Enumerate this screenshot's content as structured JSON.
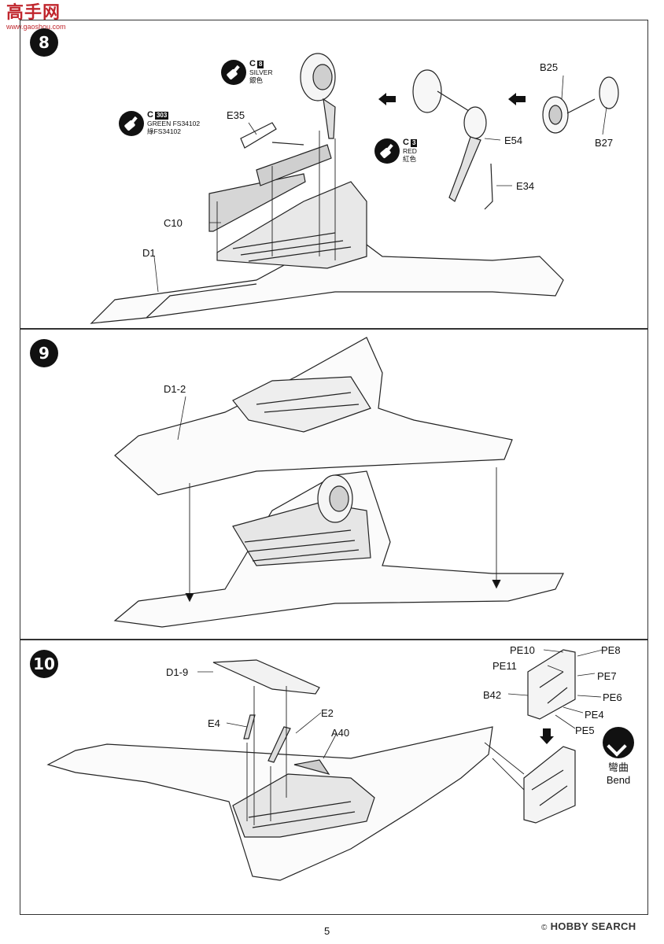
{
  "watermark": {
    "text": "高手网",
    "url": "www.gaoshou.com"
  },
  "page_number": "5",
  "footer": {
    "mark": "©",
    "brand": "HOBBY SEARCH"
  },
  "step8": {
    "number": "8",
    "paints": {
      "silver": {
        "code_letter": "C",
        "code_num": "8",
        "name": "SILVER",
        "cn": "銀色"
      },
      "green": {
        "code_letter": "C",
        "code_num": "303",
        "name": "GREEN FS34102",
        "cn": "綠FS34102"
      },
      "red": {
        "code_letter": "C",
        "code_num": "3",
        "name": "RED",
        "cn": "紅色"
      }
    },
    "parts": {
      "e35": "E35",
      "c10": "C10",
      "d1": "D1",
      "b25": "B25",
      "b27": "B27",
      "e54": "E54",
      "e34": "E34"
    }
  },
  "step9": {
    "number": "9",
    "parts": {
      "d1_2": "D1-2"
    }
  },
  "step10": {
    "number": "10",
    "parts": {
      "d1_9": "D1-9",
      "e4": "E4",
      "e2": "E2",
      "a40": "A40",
      "pe10": "PE10",
      "pe11": "PE11",
      "pe8": "PE8",
      "pe7": "PE7",
      "b42": "B42",
      "pe6": "PE6",
      "pe4": "PE4",
      "pe5": "PE5"
    },
    "bend": {
      "cn": "彎曲",
      "en": "Bend"
    }
  }
}
